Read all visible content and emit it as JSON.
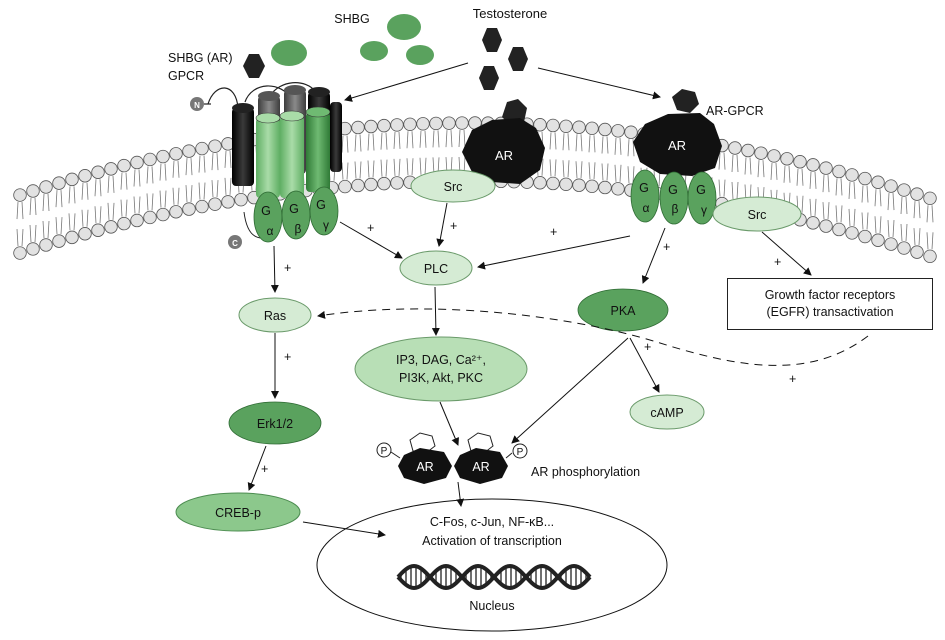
{
  "labels": {
    "testosterone": "Testosterone",
    "shbg": "SHBG",
    "shbg_ar": "SHBG (AR)",
    "gpcr": "GPCR",
    "n_term": "N",
    "c_term": "C",
    "ar": "AR",
    "ar_gpcr": "AR-GPCR",
    "src": "Src",
    "g": "G",
    "alpha": "α",
    "beta": "β",
    "gamma": "γ",
    "plc": "PLC",
    "ras": "Ras",
    "pka": "PKA",
    "erk": "Erk1/2",
    "creb": "CREB-p",
    "camp": "cAMP",
    "second_messengers_line1": "IP3, DAG, Ca²⁺,",
    "second_messengers_line2": "PI3K, Akt, PKC",
    "growth_factor_line1": "Growth factor receptors",
    "growth_factor_line2": "(EGFR) transactivation",
    "ar_phosphorylation": "AR phosphorylation",
    "phospho": "P",
    "transcription_line1": "C-Fos, c-Jun, NF-κB...",
    "transcription_line2": "Activation of transcription",
    "nucleus": "Nucleus",
    "plus": "+"
  },
  "colors": {
    "dark_green": "#5aa25e",
    "medium_green": "#7cc080",
    "light_green": "#d5ebd4",
    "light_green_border": "#6a9a6a",
    "receptor_black": "#111111",
    "lipid_head": "#e2e2e2",
    "lipid_stroke": "#555555",
    "helix_green": "#8fcc8f",
    "helix_dark_green": "#4f9a55",
    "helix_gray": "#666666"
  }
}
